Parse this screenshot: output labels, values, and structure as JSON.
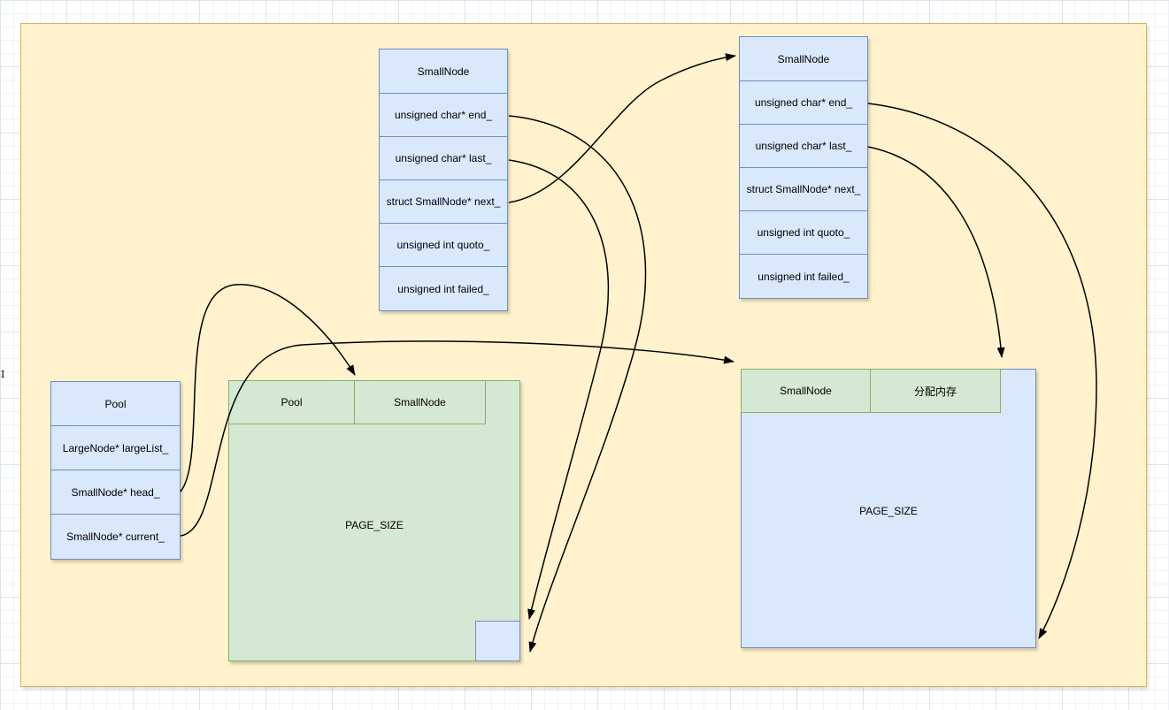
{
  "diagram": {
    "tables": {
      "pool": {
        "title": "Pool",
        "rows": [
          "LargeNode* largeList_",
          "SmallNode* head_",
          "SmallNode* current_"
        ]
      },
      "small_left": {
        "title": "SmallNode",
        "rows": [
          "unsigned char* end_",
          "unsigned char* last_",
          "struct SmallNode* next_",
          "unsigned int quoto_",
          "unsigned int failed_"
        ]
      },
      "small_right": {
        "title": "SmallNode",
        "rows": [
          "unsigned char* end_",
          "unsigned char* last_",
          "struct SmallNode* next_",
          "unsigned int quoto_",
          "unsigned int failed_"
        ]
      }
    },
    "pages": {
      "left": {
        "cells": [
          "Pool",
          "SmallNode"
        ],
        "body": "PAGE_SIZE"
      },
      "right": {
        "cells": [
          "SmallNode",
          "分配内存"
        ],
        "body": "PAGE_SIZE"
      }
    },
    "stray_mark": "I",
    "colors": {
      "canvas_fill": "#FFF2CC",
      "canvas_border": "#D6B656",
      "blue_fill": "#DAE8FC",
      "blue_border": "#6C8EBF",
      "green_fill": "#D5E8D4",
      "green_border": "#82B366",
      "arrow": "#000000"
    }
  }
}
